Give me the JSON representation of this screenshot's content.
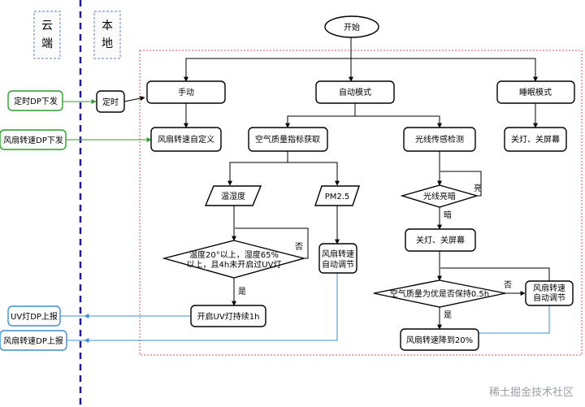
{
  "zones": {
    "cloud": "云\n端",
    "local": "本\n地"
  },
  "nodes": {
    "start": "开始",
    "manual": "手动",
    "auto_mode": "自动模式",
    "sleep_mode": "睡眠模式",
    "timer": "定时",
    "fan_custom": "风扇转速自定义",
    "air_quality_get": "空气质量指标获取",
    "light_sensor": "光线传感检测",
    "lights_off_sleep": "关灯、关屏幕",
    "temp_humidity": "温湿度",
    "pm25": "PM2.5",
    "light_bright_dark": "光线亮暗",
    "lights_off_2": "关灯、关屏幕",
    "temp_condition_line1": "温度20°以上，湿度65%",
    "temp_condition_line2": "以上，且4h未开启过UV灯",
    "fan_auto_pm_line1": "风扇转速",
    "fan_auto_pm_line2": "自动调节",
    "air_good_condition": "空气质量为优是否保持0.5h",
    "fan_auto_right_line1": "风扇转速",
    "fan_auto_right_line2": "自动调节",
    "uv_on": "开启UV灯持续1h",
    "fan_down": "风扇转速降到20%",
    "cloud_timer_dp": "定时DP下发",
    "cloud_fan_dp": "风扇转速DP下发",
    "cloud_uv_report": "UV灯DP上报",
    "cloud_fan_report": "风扇转速DP上报"
  },
  "edge_labels": {
    "no_temp": "否",
    "yes_temp": "是",
    "bright": "亮",
    "dark": "暗",
    "no_air": "否",
    "yes_air": "是"
  },
  "watermark": "稀土掘金技术社区",
  "colors": {
    "cloud_line": "#2aa02a",
    "report_line": "#3b8fd9",
    "local_border": "#e05050",
    "divider": "#1a1aa8",
    "zone_border": "#7a98c8"
  }
}
